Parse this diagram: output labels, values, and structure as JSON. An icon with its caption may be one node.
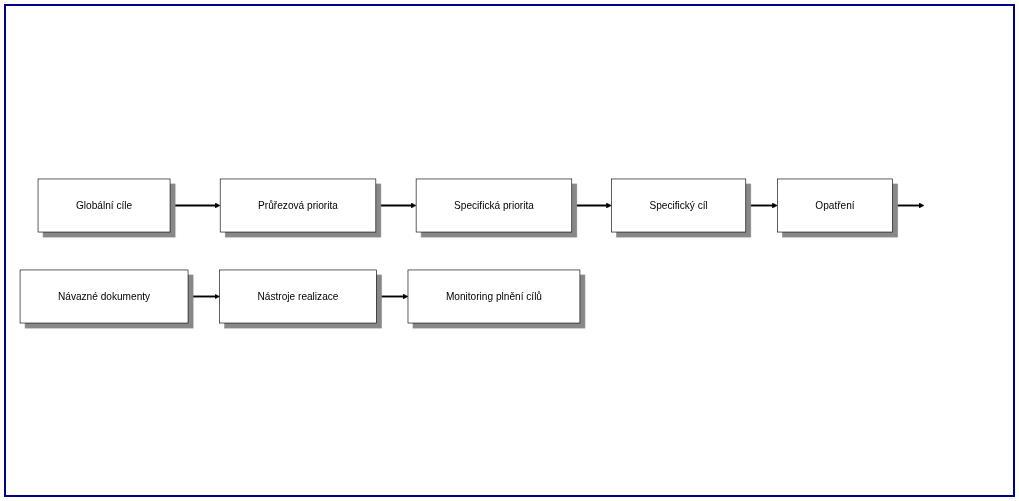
{
  "diagram": {
    "nodes": [
      {
        "text": [
          "Globální cíle"
        ]
      },
      {
        "text": [
          "Průřezová priorita"
        ]
      },
      {
        "text": [
          "Specifická priorita"
        ]
      },
      {
        "text": [
          "Specifický cíl"
        ]
      },
      {
        "text": [
          "Opatření"
        ]
      },
      {
        "text": [
          "Návazné dokumenty"
        ]
      },
      {
        "text": [
          "Nástroje realizace"
        ]
      },
      {
        "text": [
          "Monitoring plnění cílů"
        ]
      }
    ],
    "edges": [
      {
        "from": 0,
        "to": 1,
        "arrow": "to"
      },
      {
        "from": 1,
        "to": 2,
        "arrow": "to"
      },
      {
        "from": 2,
        "to": 3,
        "arrow": "to"
      },
      {
        "from": 3,
        "to": 4,
        "arrow": "to"
      },
      {
        "from": 4,
        "to": null,
        "arrow": "to"
      },
      {
        "from": 5,
        "to": 6,
        "arrow": "to"
      },
      {
        "from": 6,
        "to": 7,
        "arrow": "to"
      }
    ]
  }
}
